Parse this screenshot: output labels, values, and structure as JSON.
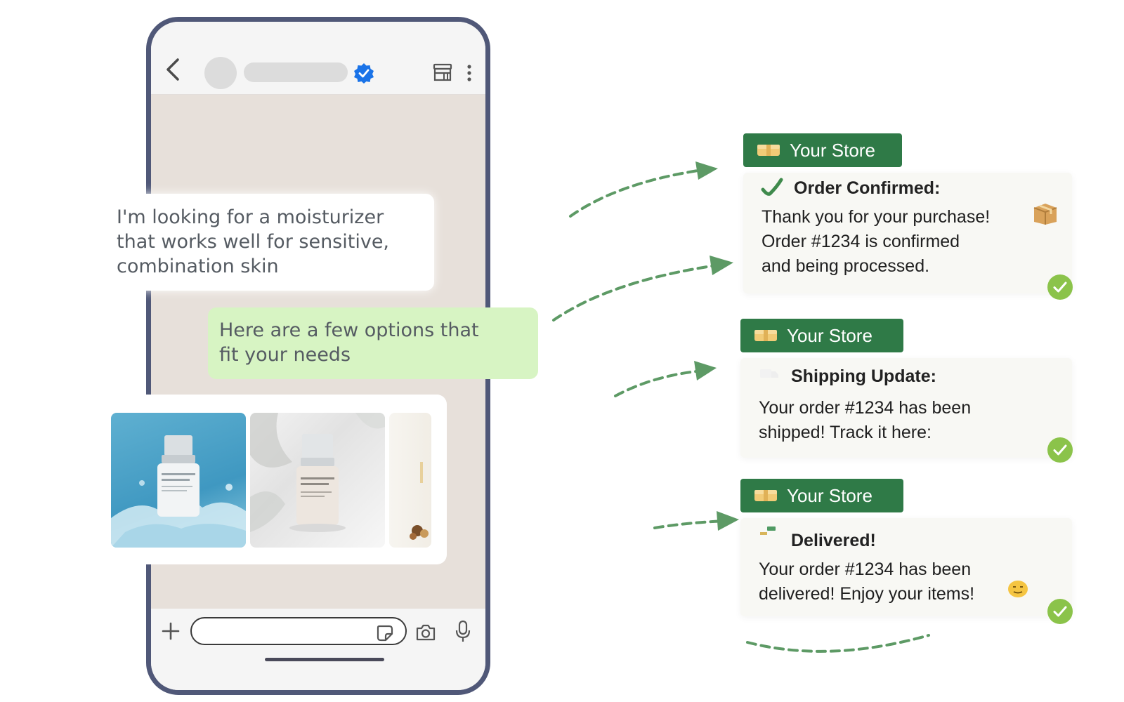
{
  "chat": {
    "incoming_message": [
      "I'm looking for a moisturizer",
      "that works well for sensitive,",
      "combination skin"
    ],
    "outgoing_message": [
      "Here are a few options that",
      "fit your needs"
    ]
  },
  "notifications": [
    {
      "store_label": "Your Store",
      "title": "Order Confirmed:",
      "body": [
        "Thank you for your purchase!",
        "Order #1234 is confirmed",
        "and being processed."
      ],
      "title_icon": "check-mark-icon",
      "emoji_icon": "package-icon"
    },
    {
      "store_label": "Your Store",
      "title": "Shipping Update:",
      "body": [
        "Your order #1234 has been",
        "shipped! Track it here:"
      ],
      "title_icon": "truck-icon"
    },
    {
      "store_label": "Your Store",
      "title": "Delivered!",
      "body": [
        "Your order #1234 has been",
        "delivered! Enjoy your items!"
      ],
      "title_icon": "party-icon",
      "emoji_icon": "smile-emoji-icon"
    }
  ],
  "colors": {
    "phone_frame": "#505878",
    "chat_background": "#e7e0da",
    "outgoing_bubble": "#d7f4c3",
    "store_tag": "#2f7a47",
    "check_badge": "#8bc34a",
    "arrow": "#5d9a65",
    "verified": "#1a73e8"
  }
}
